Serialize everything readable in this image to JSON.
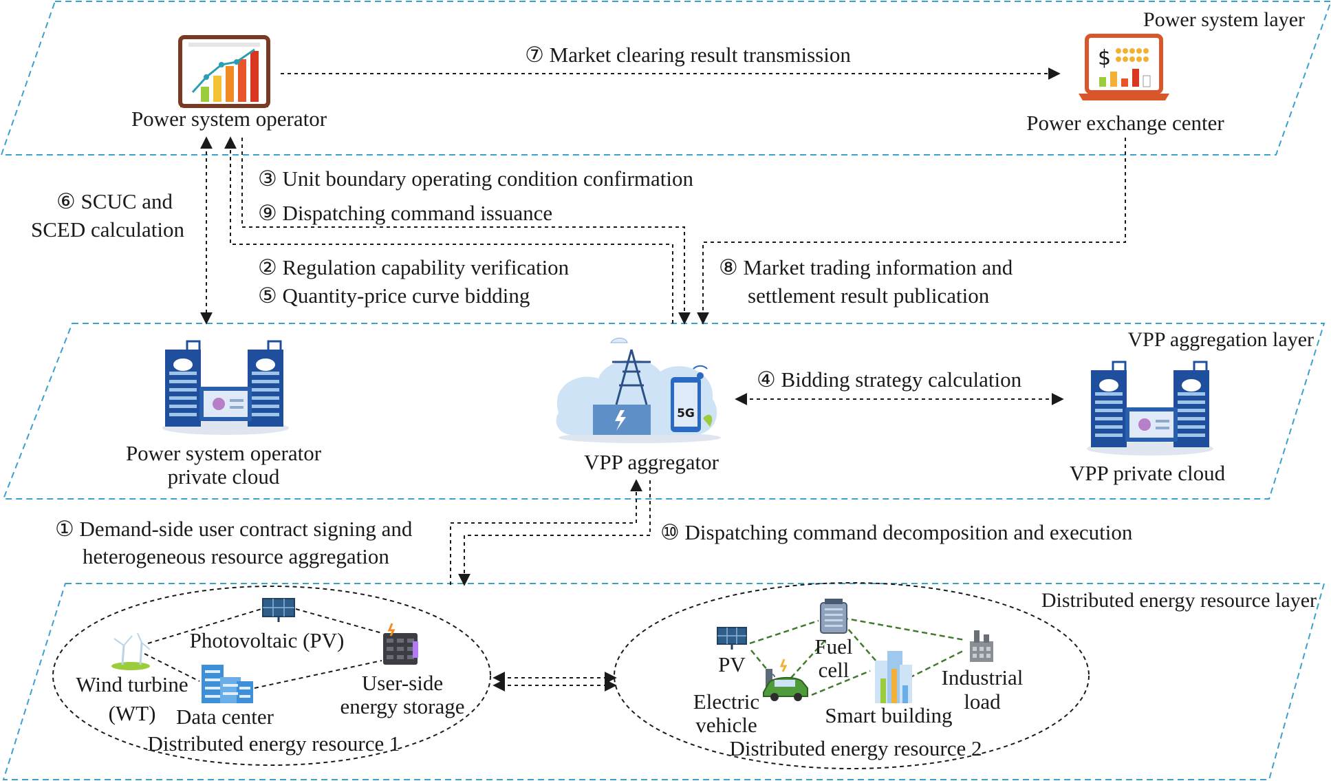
{
  "layers": {
    "power_system": "Power system layer",
    "vpp_aggregation": "VPP aggregation layer",
    "der": "Distributed energy resource layer"
  },
  "nodes": {
    "power_system_operator": "Power system operator",
    "power_exchange_center": "Power exchange center",
    "pso_cloud_line1": "Power system operator",
    "pso_cloud_line2": "private cloud",
    "vpp_aggregator": "VPP aggregator",
    "vpp_private_cloud": "VPP private cloud"
  },
  "steps": {
    "s1_line1": "① Demand-side user contract signing and",
    "s1_line2": "heterogeneous resource aggregation",
    "s2": "② Regulation capability verification",
    "s3": "③ Unit boundary operating condition confirmation",
    "s4": "④ Bidding strategy calculation",
    "s5": "⑤ Quantity-price curve bidding",
    "s6_line1": "⑥ SCUC and",
    "s6_line2": "SCED calculation",
    "s7": "⑦ Market clearing result transmission",
    "s8_line1": "⑧ Market trading information and",
    "s8_line2": "settlement result publication",
    "s9": "⑨ Dispatching command issuance",
    "s10": "⑩ Dispatching command decomposition and execution"
  },
  "der1": {
    "title": "Distributed energy resource 1",
    "pv": "Photovoltaic (PV)",
    "wind_line1": "Wind turbine",
    "wind_line2": "(WT)",
    "data_center": "Data center",
    "storage_line1": "User-side",
    "storage_line2": "energy storage"
  },
  "der2": {
    "title": "Distributed energy resource 2",
    "pv": "PV",
    "fuel_line1": "Fuel",
    "fuel_line2": "cell",
    "industrial_line1": "Industrial",
    "industrial_line2": "load",
    "ev_line1": "Electric",
    "ev_line2": "vehicle",
    "smart_building": "Smart building"
  },
  "icons": {
    "operator": "bar-chart-board-icon",
    "exchange": "laptop-price-icon",
    "cloud_server": "cloud-server-icon",
    "aggregator": "transmission-tower-5g-icon",
    "solar": "solar-panel-icon",
    "wind": "wind-turbine-icon",
    "datacenter": "building-cluster-icon",
    "battery": "energy-storage-icon",
    "fuelcell": "fuel-cell-icon",
    "factory": "factory-icon",
    "ev": "electric-car-icon",
    "building": "smart-building-icon"
  },
  "colors": {
    "layer_border": "#3aa0cf",
    "green_link": "#3f7a2c",
    "server_blue": "#1f4f9c"
  }
}
